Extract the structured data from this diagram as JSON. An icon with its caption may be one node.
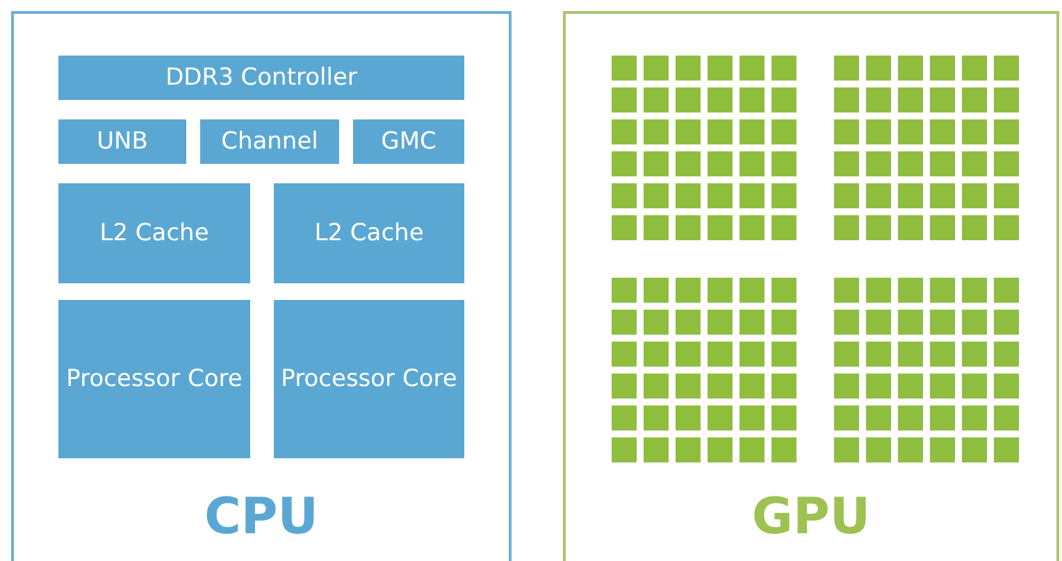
{
  "diagram": {
    "nodes": [
      {
        "text": [
          "CPU"
        ]
      },
      {
        "text": [
          "DDR3 Controller"
        ],
        "in": 0
      },
      {
        "text": [
          "UNB"
        ],
        "in": 0
      },
      {
        "text": [
          "Channel"
        ],
        "in": 0
      },
      {
        "text": [
          "GMC"
        ],
        "in": 0
      },
      {
        "text": [
          "L2 Cache"
        ],
        "in": 0
      },
      {
        "text": [
          "L2 Cache"
        ],
        "in": 0
      },
      {
        "text": [
          "Processor Core"
        ],
        "in": 0
      },
      {
        "text": [
          "Processor Core"
        ],
        "in": 0
      },
      {
        "text": [
          "GPU"
        ]
      },
      {
        "text": [],
        "shape": "grid",
        "in": 9
      },
      {
        "text": [],
        "shape": "grid",
        "in": 9
      },
      {
        "text": [],
        "shape": "grid",
        "in": 9
      },
      {
        "text": [],
        "shape": "grid",
        "in": 9
      }
    ],
    "edges": []
  }
}
